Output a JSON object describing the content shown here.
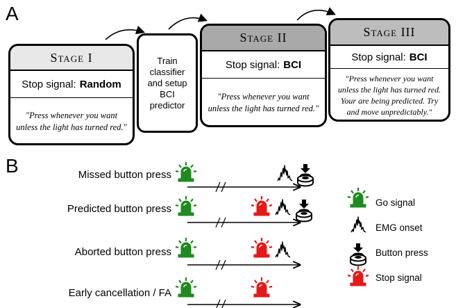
{
  "panel_a": {
    "letter": "A",
    "stages": [
      {
        "title": "Stage I",
        "signal_prefix": "Stop signal:",
        "signal_mode": "Random",
        "quote": "\"Press whenever you want unless the light has turned red.\""
      },
      {
        "title": "Stage II",
        "signal_prefix": "Stop signal:",
        "signal_mode": "BCI",
        "quote": "\"Press whenever you want unless the light has turned red.\""
      },
      {
        "title": "Stage III",
        "signal_prefix": "Stop signal:",
        "signal_mode": "BCI",
        "quote": "\"Press whenever you want unless the light has turned red. Your are being predicted. Try and move unpredictably.\""
      }
    ],
    "train_box": "Train classifier and setup BCI predictor"
  },
  "panel_b": {
    "letter": "B",
    "rows": [
      {
        "label": "Missed button press"
      },
      {
        "label": "Predicted button press"
      },
      {
        "label": "Aborted button press"
      },
      {
        "label": "Early cancellation / FA"
      }
    ],
    "legend": [
      {
        "icon": "go-signal-icon",
        "label": "Go signal"
      },
      {
        "icon": "emg-onset-icon",
        "label": "EMG onset"
      },
      {
        "icon": "button-press-icon",
        "label": "Button press"
      },
      {
        "icon": "stop-signal-icon",
        "label": "Stop signal"
      }
    ]
  },
  "colors": {
    "go": "#1f8a1f",
    "stop": "#e41a1a",
    "header_stage1": "#e8e8e8",
    "header_stage2": "#a9a9a9",
    "header_stage3": "#bdbdbd"
  }
}
